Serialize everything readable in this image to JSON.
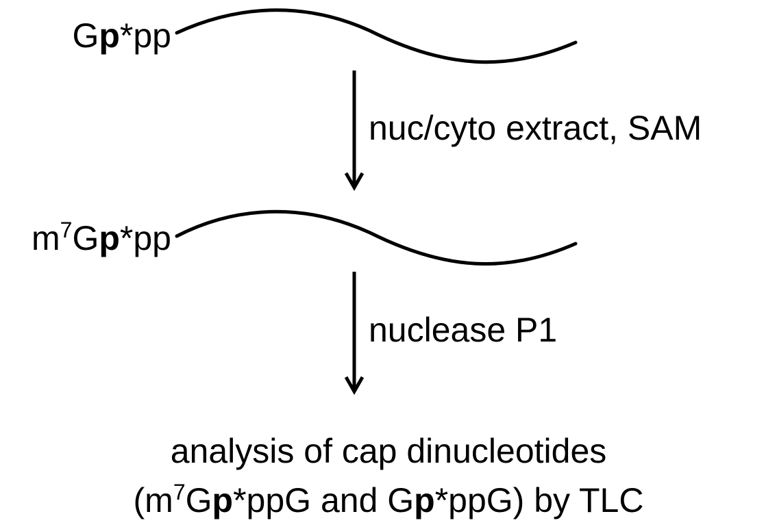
{
  "top_rna": {
    "pre": "G",
    "bold": "p",
    "star": "*",
    "post": "pp"
  },
  "mid_rna": {
    "pre": "m",
    "sup": "7",
    "g": "G",
    "bold": "p",
    "star": "*",
    "post": "pp"
  },
  "step1_label": "nuc/cyto extract, SAM",
  "step2_label": "nuclease P1",
  "result": {
    "line1": "analysis of cap dinucleotides",
    "line2_a": "(m",
    "line2_sup": "7",
    "line2_b": "G",
    "line2_p1": "p",
    "line2_c": "*ppG and G",
    "line2_p2": "p",
    "line2_d": "*ppG) by TLC"
  },
  "colors": {
    "stroke": "#000000"
  }
}
